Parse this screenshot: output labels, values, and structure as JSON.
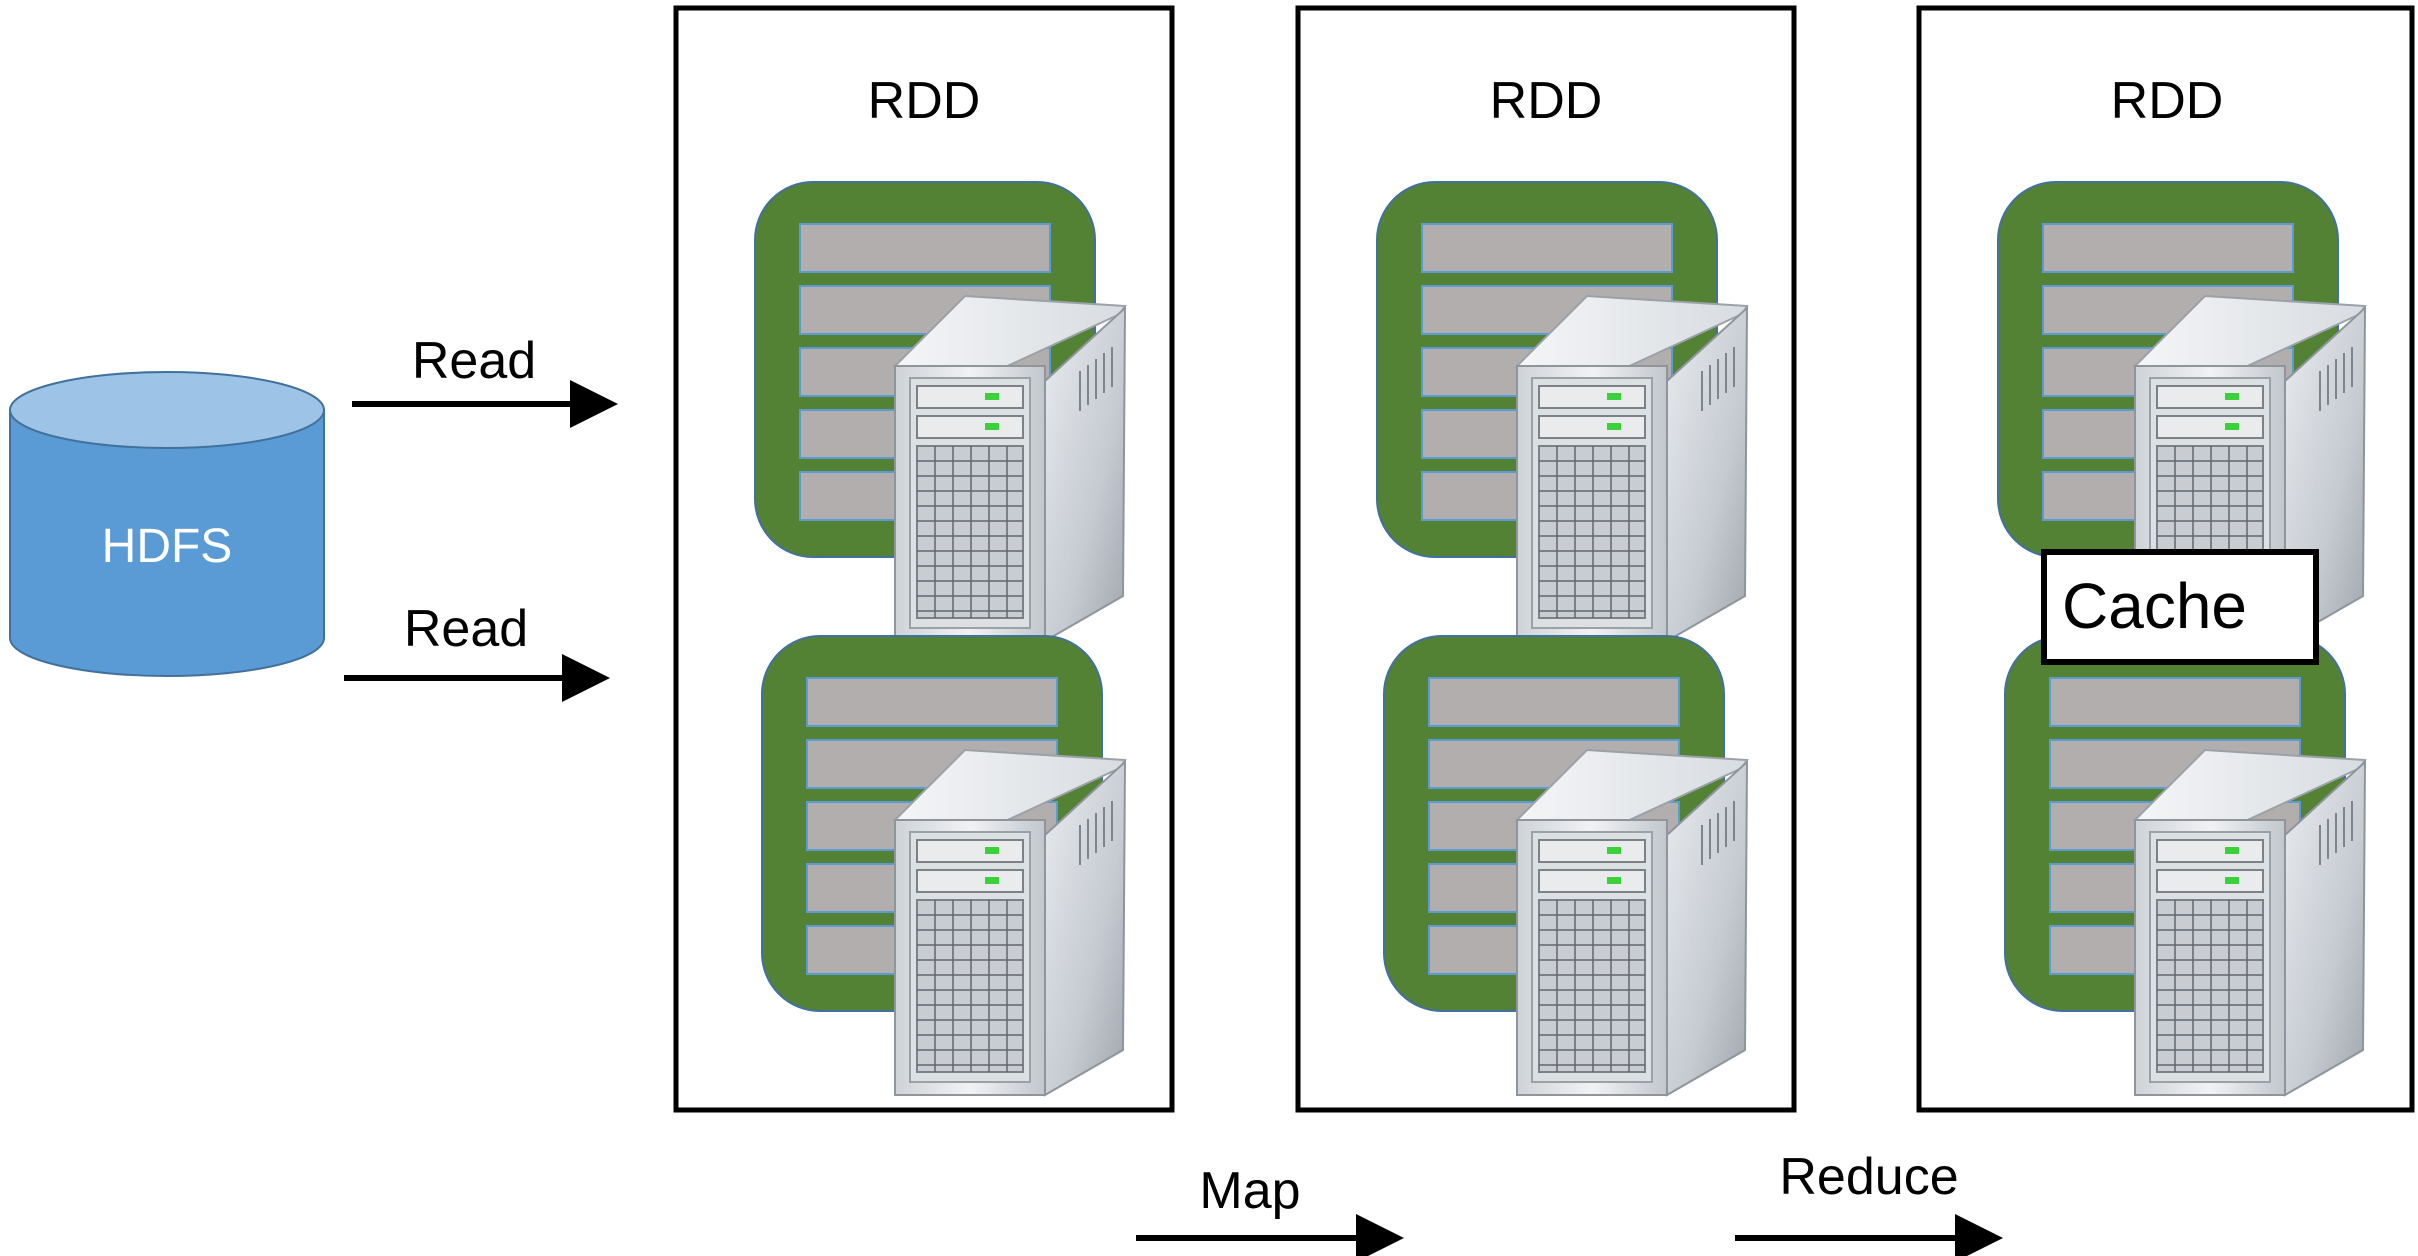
{
  "source": {
    "label": "HDFS"
  },
  "read_arrows": [
    {
      "label": "Read"
    },
    {
      "label": "Read"
    }
  ],
  "stages": [
    {
      "title": "RDD"
    },
    {
      "title": "RDD"
    },
    {
      "title": "RDD"
    }
  ],
  "transforms": [
    {
      "label": "Map"
    },
    {
      "label": "Reduce"
    }
  ],
  "cache": {
    "label": "Cache"
  },
  "colors": {
    "cylinder_side": "#5b9bd5",
    "cylinder_top": "#9dc3e6",
    "cylinder_edge": "#41719c",
    "partition_green": "#548235",
    "record_gray": "#b3aeae",
    "record_edge": "#5b9bd5"
  }
}
